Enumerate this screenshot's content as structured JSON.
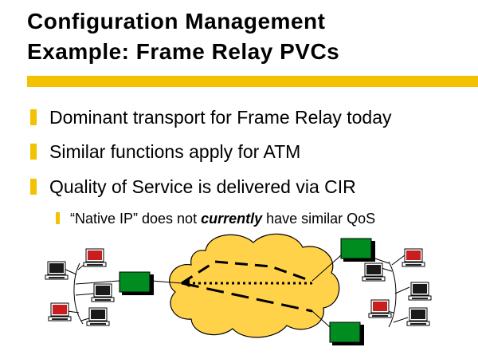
{
  "slide": {
    "title_line1": "Configuration Management",
    "title_line2": "Example: Frame Relay PVCs",
    "bullets": [
      "Dominant transport for Frame Relay today",
      "Similar functions apply for ATM",
      "Quality of Service is delivered via CIR"
    ],
    "sub_bullet": {
      "prefix": "“Native IP” does not ",
      "emphasis": "currently",
      "suffix": " have similar QoS"
    }
  },
  "colors": {
    "accent": "#f2c200",
    "cloud": "#ffd24a",
    "switch": "#008c1e",
    "terminal_dark": "#1a1a1a",
    "terminal_red": "#c81e1e"
  },
  "icons": [
    "computer-terminal-icon",
    "frame-relay-switch-icon",
    "network-cloud-icon"
  ]
}
